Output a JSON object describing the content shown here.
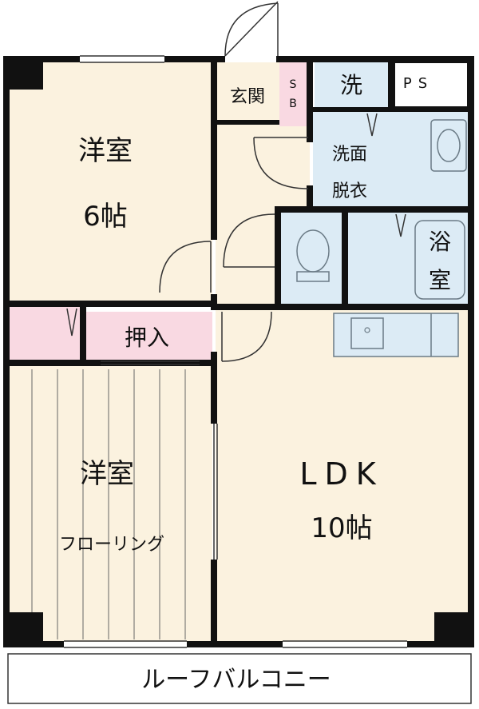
{
  "floorplan": {
    "rooms": {
      "western_room_top": {
        "name": "洋室",
        "size": "6帖"
      },
      "western_room_bottom": {
        "name": "洋室",
        "note": "フローリング"
      },
      "closet": {
        "name": "押入"
      },
      "entrance": {
        "name": "玄関"
      },
      "shoe_box": {
        "name": "SB"
      },
      "washing_machine": {
        "name": "洗"
      },
      "pipe_space": {
        "name": "PS"
      },
      "washroom": {
        "line1": "洗面",
        "line2": "脱衣"
      },
      "bathroom": {
        "line1": "浴",
        "line2": "室"
      },
      "ldk": {
        "name": "LDK",
        "size": "10帖"
      },
      "balcony": {
        "name": "ルーフバルコニー"
      }
    },
    "colors": {
      "room_fill": "#fbf2df",
      "wet_fill": "#dcebf5",
      "storage_fill": "#f9d9e2",
      "wall": "#111111",
      "balcony_fill": "#ffffff"
    }
  }
}
